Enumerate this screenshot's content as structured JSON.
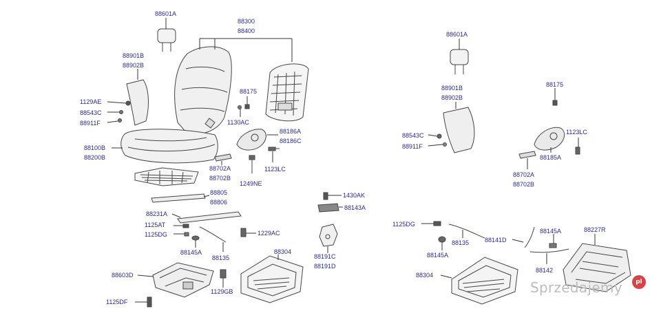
{
  "colors": {
    "label": "#2b2b8c",
    "line": "#333333",
    "part": "#444444",
    "watermark": "#bdbdbd",
    "watermark_badge": "#d64545"
  },
  "labels": {
    "l_88601A": "88601A",
    "l_88300": "88300",
    "l_88400": "88400",
    "l_88901B": "88901B",
    "l_88902B": "88902B",
    "l_1129AE": "1129AE",
    "l_88543C": "88543C",
    "l_88911F": "88911F",
    "l_88175": "88175",
    "l_1130AC": "1130AC",
    "l_88186A": "88186A",
    "l_88186C": "88186C",
    "l_88100B": "88100B",
    "l_88200B": "88200B",
    "l_88702A": "88702A",
    "l_88702B": "88702B",
    "l_1123LC": "1123LC",
    "l_1249NE": "1249NE",
    "l_88805": "88805",
    "l_88806": "88806",
    "l_88231A": "88231A",
    "l_1125AT": "1125AT",
    "l_1125DG": "1125DG",
    "l_1229AC": "1229AC",
    "l_88145A": "88145A",
    "l_88135": "88135",
    "l_88304": "88304",
    "l_88603D": "88603D",
    "l_1129GB": "1129GB",
    "l_1125DF": "1125DF",
    "l_1430AK": "1430AK",
    "l_88143A": "88143A",
    "l_88191C": "88191C",
    "l_88191D": "88191D",
    "r_88601A": "88601A",
    "r_88901B": "88901B",
    "r_88902B": "88902B",
    "r_88175": "88175",
    "r_88543C": "88543C",
    "r_88911F": "88911F",
    "r_1123LC": "1123LC",
    "r_88185A": "88185A",
    "r_88702A": "88702A",
    "r_88702B": "88702B",
    "r_1125DG": "1125DG",
    "r_88135": "88135",
    "r_88141D": "88141D",
    "r_88145A_1": "88145A",
    "r_88145A_2": "88145A",
    "r_88227R": "88227R",
    "r_88142": "88142",
    "r_88304": "88304"
  },
  "watermark": {
    "text": "Sprzedajemy",
    "badge": "pl"
  }
}
